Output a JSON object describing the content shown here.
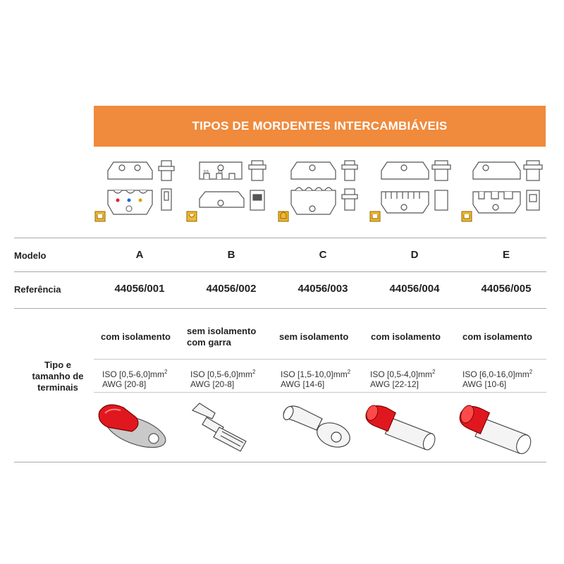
{
  "header": {
    "title": "TIPOS DE MORDENTES INTERCAMBIÁVEIS"
  },
  "rows": {
    "model_label": "Modelo",
    "reference_label": "Referência",
    "type_label": "Tipo e tamanho de terminais"
  },
  "columns": [
    {
      "model": "A",
      "reference": "44056/001",
      "type": "com isolamento",
      "iso": "ISO [0,5-6,0]mm",
      "awg": "AWG [20-8]",
      "terminal_icon": "insulated-ring-terminal-icon"
    },
    {
      "model": "B",
      "reference": "44056/002",
      "type": "sem isolamento com garra",
      "iso": "ISO [0,5-6,0]mm",
      "awg": "AWG [20-8]",
      "terminal_icon": "uninsulated-spade-terminal-icon"
    },
    {
      "model": "C",
      "reference": "44056/003",
      "type": "sem isolamento",
      "iso": "ISO [1,5-10,0]mm",
      "awg": "AWG [14-6]",
      "terminal_icon": "uninsulated-ring-terminal-icon"
    },
    {
      "model": "D",
      "reference": "44056/004",
      "type": "com isolamento",
      "iso": "ISO [0,5-4,0]mm",
      "awg": "AWG [22-12]",
      "terminal_icon": "ferrule-terminal-icon"
    },
    {
      "model": "E",
      "reference": "44056/005",
      "type": "com isolamento",
      "iso": "ISO [6,0-16,0]mm",
      "awg": "AWG [10-6]",
      "terminal_icon": "ferrule-terminal-icon"
    }
  ],
  "unit_suffix": "2",
  "colors": {
    "banner": "#f08a3c",
    "terminal_red": "#e1171f",
    "marker_yellow": "#f2b632"
  }
}
